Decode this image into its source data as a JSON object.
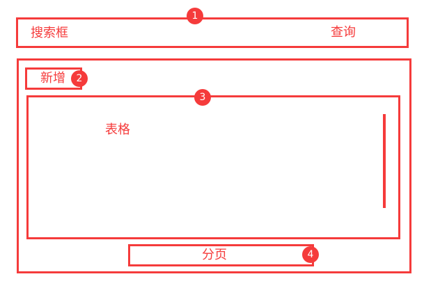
{
  "search_section": {
    "label": "搜索框",
    "query_button": "查询",
    "badge": "1"
  },
  "add_section": {
    "label": "新增",
    "badge": "2"
  },
  "table_section": {
    "label": "表格",
    "badge": "3"
  },
  "pagination_section": {
    "label": "分页",
    "badge": "4"
  },
  "colors": {
    "accent": "#f53b3b",
    "background": "#ffffff",
    "badge_text": "#ffffff"
  }
}
